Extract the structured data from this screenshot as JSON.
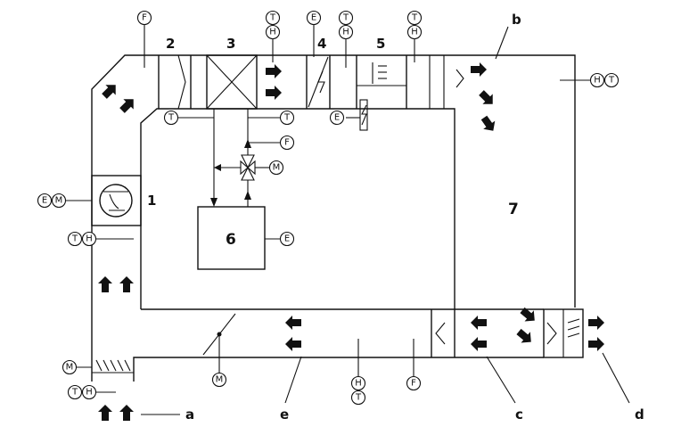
{
  "labels": {
    "component_1": "1",
    "component_2": "2",
    "component_3": "3",
    "component_4": "4",
    "component_5": "5",
    "component_6": "6",
    "component_7": "7",
    "port_a": "a",
    "port_b": "b",
    "port_c": "c",
    "port_d": "d",
    "port_e": "e"
  },
  "sensor_symbols": {
    "temperature": "T",
    "humidity": "H",
    "flow": "F",
    "electric": "E",
    "motor": "M"
  }
}
